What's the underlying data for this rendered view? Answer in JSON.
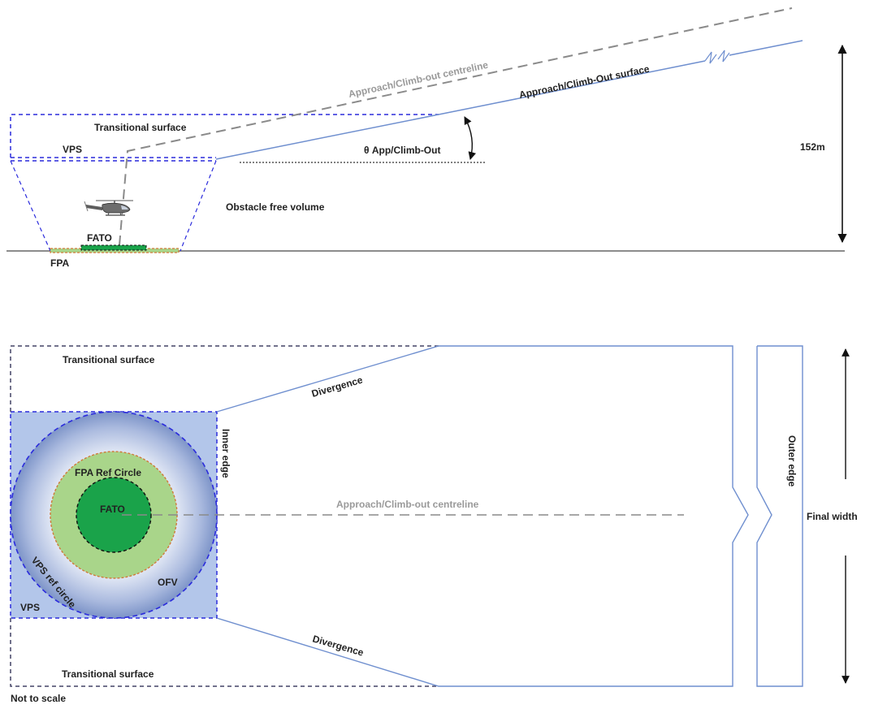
{
  "side_view": {
    "approach_centreline_label": "Approach/Climb-out centreline",
    "approach_surface_label": "Approach/Climb-Out surface",
    "transitional_surface_label": "Transitional surface",
    "vps_label": "VPS",
    "angle_label": "θ App/Climb-Out",
    "height_label": "152m",
    "ofv_label": "Obstacle free volume",
    "fato_label": "FATO",
    "fpa_label": "FPA"
  },
  "plan_view": {
    "transitional_top_label": "Transitional surface",
    "transitional_bottom_label": "Transitional surface",
    "divergence_top_label": "Divergence",
    "divergence_bottom_label": "Divergence",
    "inner_edge_label": "Inner edge",
    "outer_edge_label": "Outer edge",
    "final_width_label": "Final width",
    "fpa_ref_circle_label": "FPA Ref Circle",
    "fato_label": "FATO",
    "centreline_label": "Approach/Climb-out centreline",
    "ofv_label": "OFV",
    "vps_ref_circle_label": "VPS ref circle",
    "vps_label": "VPS"
  },
  "footnote": "Not to scale",
  "colors": {
    "blue_line": "#2b2bdc",
    "surface_line": "#6f8fcf",
    "grey_dash": "#8a8a8a",
    "fato_green": "#1aa34a",
    "fpa_green": "#a9d58a",
    "fpa_border": "#d07a3a",
    "vps_fill": "#b3c6ea",
    "ground": "#666666"
  }
}
